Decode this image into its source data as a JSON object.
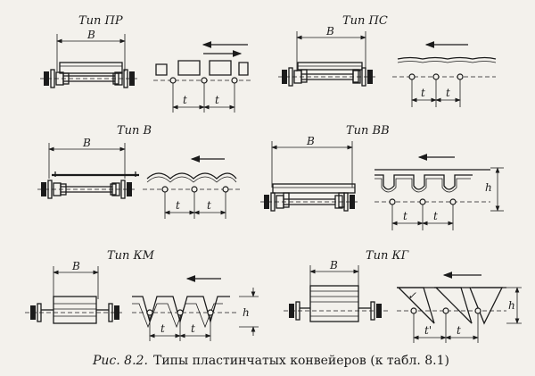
{
  "panels": {
    "pr": {
      "title": "Тип ПР",
      "width_label": "B",
      "pitch_label": "t"
    },
    "ps": {
      "title": "Тип ПС",
      "width_label": "B",
      "pitch_label": "t"
    },
    "v": {
      "title": "Тип В",
      "width_label": "B",
      "pitch_label": "t"
    },
    "vv": {
      "title": "Тип ВВ",
      "width_label": "B",
      "pitch_label": "t",
      "height_label": "h"
    },
    "km": {
      "title": "Тип КМ",
      "width_label": "B",
      "pitch_label": "t",
      "height_label": "h"
    },
    "kg": {
      "title": "Тип КГ",
      "width_label": "B",
      "pitch_label": "t",
      "pitch_label_alt": "t'",
      "height_label": "h"
    }
  },
  "caption": {
    "prefix": "Рис. 8.2.",
    "text": "Типы пластинчатых конвейеров (к табл. 8.1)"
  }
}
